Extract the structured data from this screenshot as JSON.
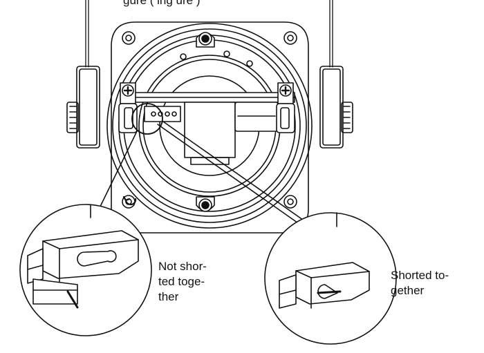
{
  "header": {
    "text": "gure ( ing ure )"
  },
  "insets": {
    "left": {
      "caption": "Not shor-\nted toge-\nther"
    },
    "right": {
      "caption": "Shorted to-\ngether"
    }
  }
}
